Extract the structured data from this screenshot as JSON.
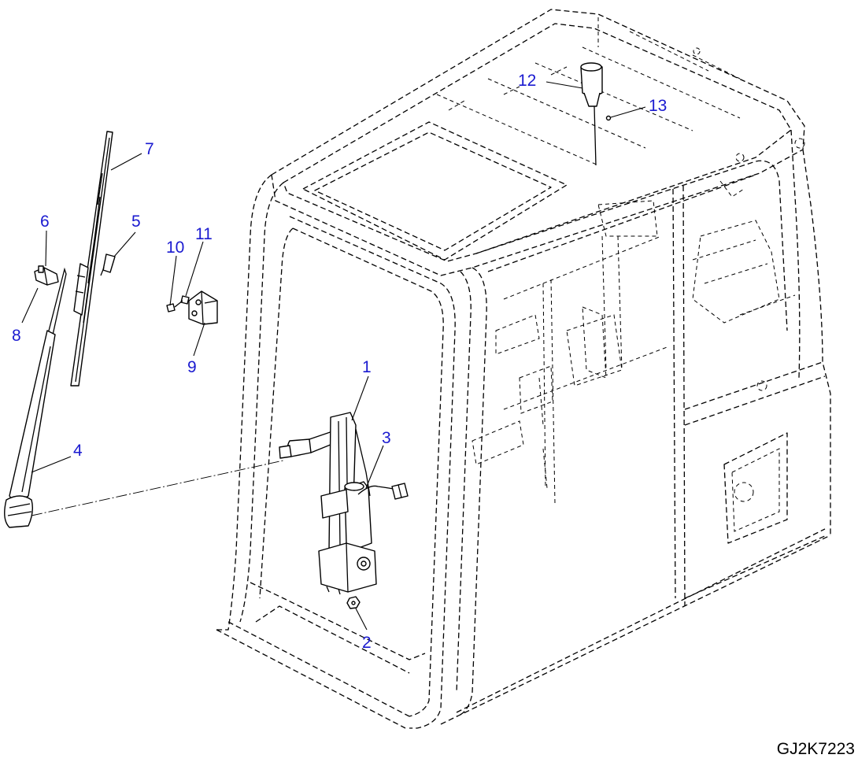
{
  "drawing_code": "GJ2K7223",
  "callouts": [
    {
      "id": "1",
      "label": "1"
    },
    {
      "id": "2",
      "label": "2"
    },
    {
      "id": "3",
      "label": "3"
    },
    {
      "id": "4",
      "label": "4"
    },
    {
      "id": "5",
      "label": "5"
    },
    {
      "id": "6",
      "label": "6"
    },
    {
      "id": "7",
      "label": "7"
    },
    {
      "id": "8",
      "label": "8"
    },
    {
      "id": "9",
      "label": "9"
    },
    {
      "id": "10",
      "label": "10"
    },
    {
      "id": "11",
      "label": "11"
    },
    {
      "id": "12",
      "label": "12"
    },
    {
      "id": "13",
      "label": "13"
    }
  ],
  "colors": {
    "callout": "#1a1ad0",
    "line": "#000000",
    "background": "#ffffff"
  }
}
